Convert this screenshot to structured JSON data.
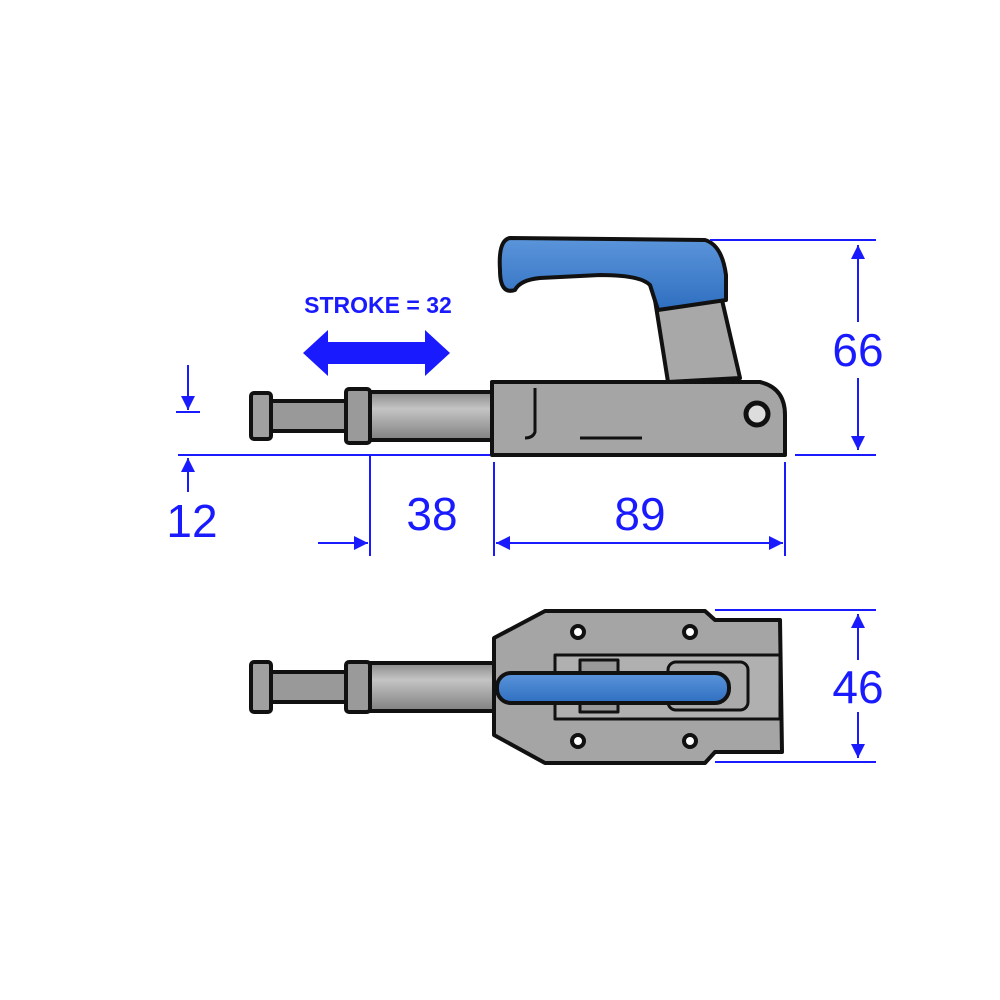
{
  "annotations": {
    "stroke": "STROKE = 32",
    "dim_height_side": "66",
    "dim_offset": "12",
    "dim_plunger": "38",
    "dim_body_length": "89",
    "dim_width_top": "46"
  },
  "colors": {
    "dimension": "#1a1aff",
    "handle": "#3f7fd0",
    "body": "#a5a5a5",
    "outline": "#111111"
  }
}
